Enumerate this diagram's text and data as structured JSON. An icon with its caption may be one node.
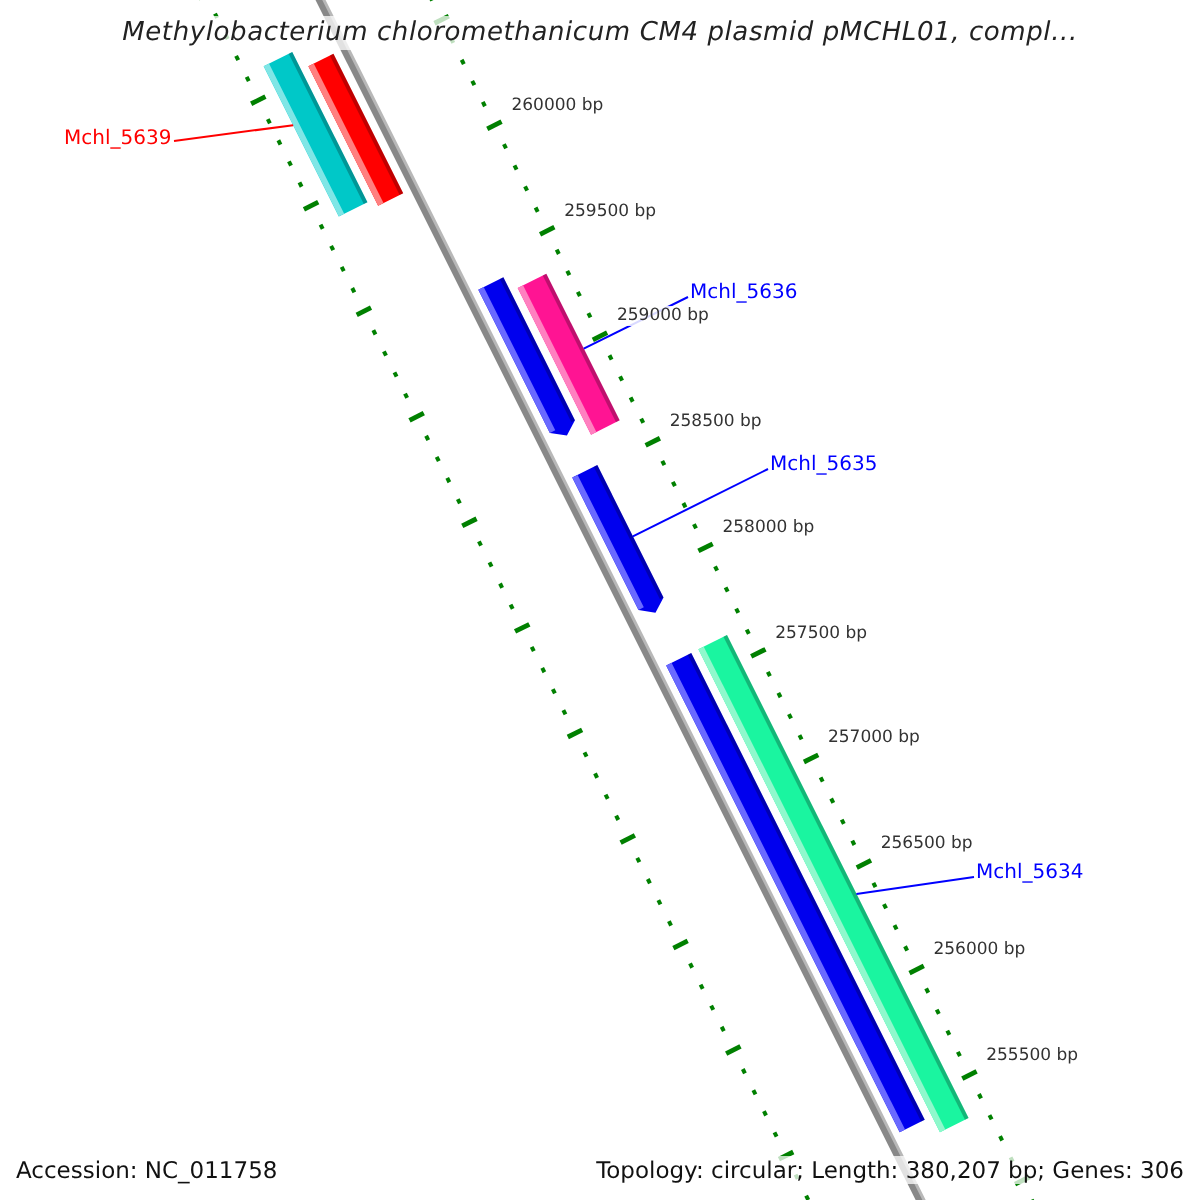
{
  "diagram": {
    "title": "Methylobacterium chloromethanicum CM4 plasmid pMCHL01, compl...",
    "nodes": [
      {
        "text": [
          "Mchl_5639"
        ]
      },
      {
        "text": [],
        "shape": "bar"
      },
      {
        "text": [],
        "shape": "bar"
      },
      {
        "text": [
          "Mchl_5636"
        ]
      },
      {
        "text": [],
        "shape": "bar"
      },
      {
        "text": [],
        "shape": "bar"
      },
      {
        "text": [
          "Mchl_5635"
        ]
      },
      {
        "text": [],
        "shape": "bar"
      },
      {
        "text": [
          "Mchl_5634"
        ]
      },
      {
        "text": [],
        "shape": "bar"
      },
      {
        "text": [],
        "shape": "bar"
      }
    ],
    "edges": [
      {
        "from": 0,
        "to": 1,
        "arrow": "none",
        "color": "#ff0000"
      },
      {
        "from": 3,
        "to": 5,
        "arrow": "none"
      },
      {
        "from": 6,
        "to": 7,
        "arrow": "none"
      },
      {
        "from": 8,
        "to": 9,
        "arrow": "none"
      }
    ],
    "labels": [
      "260000 bp",
      "259500 bp",
      "259000 bp",
      "258500 bp",
      "258000 bp",
      "257500 bp",
      "257000 bp",
      "256500 bp",
      "256000 bp",
      "255500 bp",
      "Accession: NC_011758",
      "Topology: circular; Length: 380,207 bp; Genes: 306"
    ]
  }
}
